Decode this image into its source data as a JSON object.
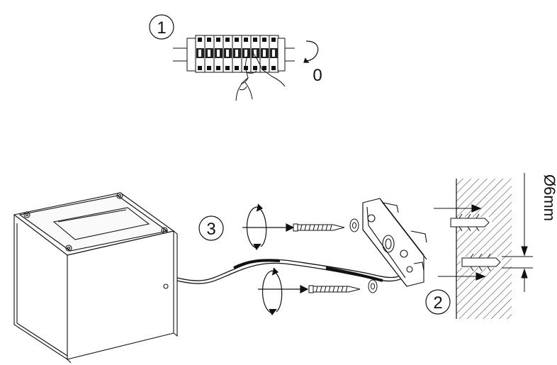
{
  "steps": {
    "step1": "1",
    "step2": "2",
    "step3": "3"
  },
  "switch_state": "0",
  "hole_diameter": "Ø6mm",
  "colors": {
    "line": "#111111",
    "wall_hatch": "#222222",
    "cable": "#1a1a1a",
    "background": "#ffffff"
  }
}
